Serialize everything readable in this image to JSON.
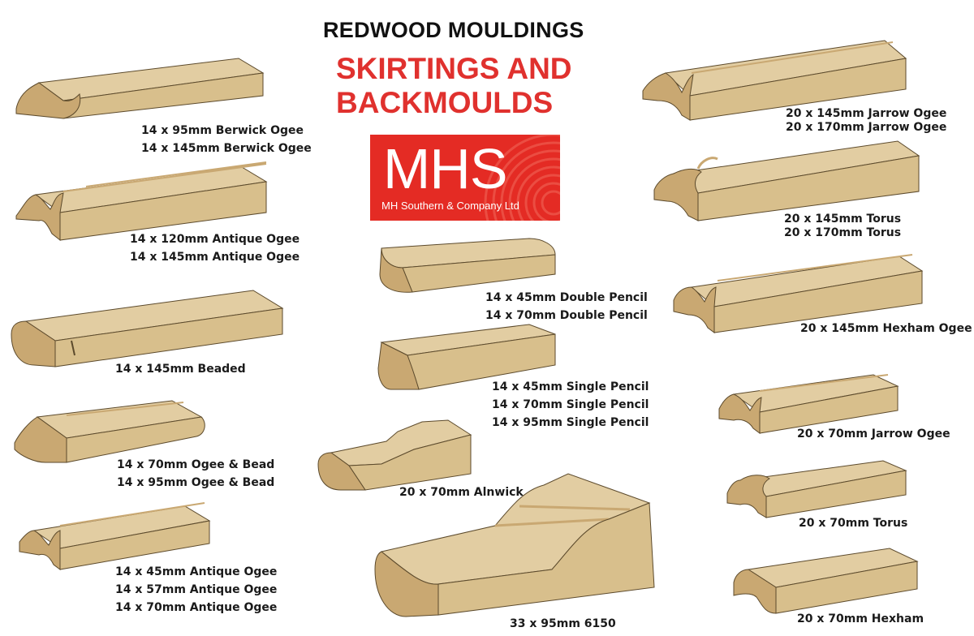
{
  "header": {
    "title": "REDWOOD MOULDINGS",
    "subtitle_line1": "SKIRTINGS AND",
    "subtitle_line2": "BACKMOULDS"
  },
  "logo": {
    "mark": "MHS",
    "company": "MH Southern & Company Ltd",
    "background_color": "#e42b24"
  },
  "colors": {
    "wood_top": "#e2cda2",
    "wood_front": "#d8bf8c",
    "wood_profile": "#c9a872",
    "outline": "#5c4a2c",
    "brand_red": "#e0312e"
  },
  "products": [
    {
      "id": "berwick-ogee",
      "lines": [
        "14 x 95mm Berwick Ogee",
        "14 x 145mm Berwick Ogee"
      ]
    },
    {
      "id": "antique-ogee-large",
      "lines": [
        "14 x 120mm Antique Ogee",
        "14 x 145mm Antique Ogee"
      ]
    },
    {
      "id": "beaded",
      "lines": [
        "14 x 145mm Beaded"
      ]
    },
    {
      "id": "ogee-bead",
      "lines": [
        "14 x 70mm Ogee & Bead",
        "14 x 95mm Ogee & Bead"
      ]
    },
    {
      "id": "antique-ogee-small",
      "lines": [
        "14 x 45mm Antique Ogee",
        "14 x 57mm Antique Ogee",
        "14 x 70mm Antique Ogee"
      ]
    },
    {
      "id": "double-pencil",
      "lines": [
        "14 x 45mm Double Pencil",
        "14 x 70mm Double Pencil"
      ]
    },
    {
      "id": "single-pencil",
      "lines": [
        "14 x 45mm Single Pencil",
        "14 x 70mm Single Pencil",
        "14 x 95mm Single Pencil"
      ]
    },
    {
      "id": "alnwick",
      "lines": [
        "20 x 70mm Alnwick"
      ]
    },
    {
      "id": "6150",
      "lines": [
        "33 x 95mm  6150"
      ]
    },
    {
      "id": "jarrow-ogee-large",
      "lines": [
        "20 x 145mm Jarrow Ogee",
        "20 x 170mm Jarrow Ogee"
      ]
    },
    {
      "id": "torus-large",
      "lines": [
        "20 x 145mm Torus",
        "20 x 170mm Torus"
      ]
    },
    {
      "id": "hexham-ogee",
      "lines": [
        "20 x 145mm Hexham Ogee"
      ]
    },
    {
      "id": "jarrow-ogee-small",
      "lines": [
        "20 x 70mm Jarrow Ogee"
      ]
    },
    {
      "id": "torus-small",
      "lines": [
        "20 x 70mm Torus"
      ]
    },
    {
      "id": "hexham",
      "lines": [
        "20 x 70mm Hexham"
      ]
    }
  ]
}
